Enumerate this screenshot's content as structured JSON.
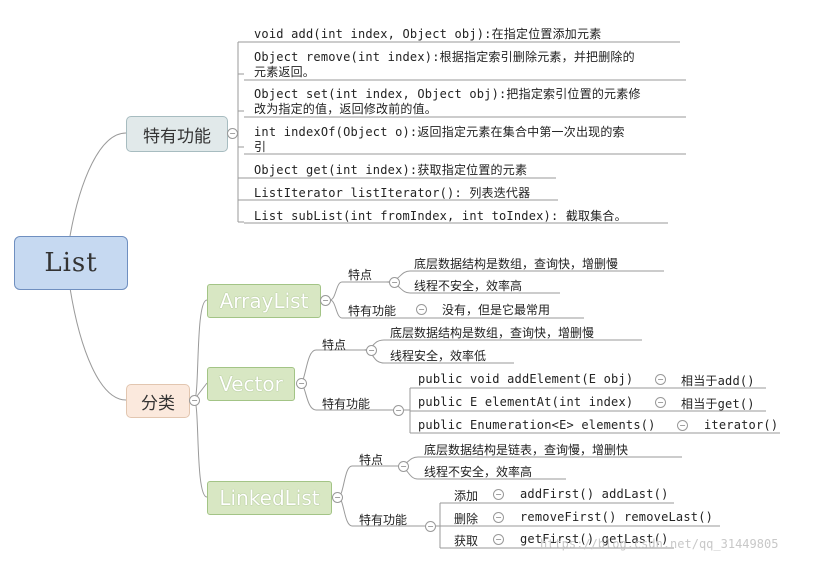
{
  "root": {
    "label": "List"
  },
  "special_functions": {
    "label": "特有功能",
    "items": [
      "void add(int index, Object obj):在指定位置添加元素",
      "Object remove(int index):根据指定索引删除元素，并把删除的",
      "元素返回。",
      "Object set(int index, Object obj):把指定索引位置的元素修",
      "改为指定的值，返回修改前的值。",
      "int indexOf(Object o):返回指定元素在集合中第一次出现的索",
      "引",
      "Object get(int index):获取指定位置的元素",
      "ListIterator listIterator(): 列表迭代器",
      " List subList(int fromIndex, int toIndex): 截取集合。"
    ]
  },
  "classification": {
    "label": "分类",
    "arraylist": {
      "name": "ArrayList",
      "features_label": "特点",
      "features": [
        "底层数据结构是数组，查询快，增删慢",
        "线程不安全，效率高"
      ],
      "special_label": "特有功能",
      "special": "没有，但是它最常用"
    },
    "vector": {
      "name": "Vector",
      "features_label": "特点",
      "features": [
        "底层数据结构是数组，查询快，增删慢",
        "线程安全，效率低"
      ],
      "special_label": "特有功能",
      "methods": [
        {
          "sig": "public void addElement(E obj)",
          "eq": "相当于add()"
        },
        {
          "sig": "public E elementAt(int index)",
          "eq": "相当于get()"
        },
        {
          "sig": "public Enumeration<E> elements()",
          "eq": "iterator()"
        }
      ]
    },
    "linkedlist": {
      "name": "LinkedList",
      "features_label": "特点",
      "features": [
        "底层数据结构是链表，查询慢，增删快",
        "线程不安全，效率高"
      ],
      "special_label": "特有功能",
      "ops": [
        {
          "op": "添加",
          "methods": "addFirst() addLast()"
        },
        {
          "op": "删除",
          "methods": "removeFirst() removeLast()"
        },
        {
          "op": "获取",
          "methods": "getFirst() getLast()"
        }
      ]
    }
  },
  "watermark": "https://blog.csdn.net/qq_31449805",
  "colors": {
    "root_fill": "#c6d9f1",
    "class_fill": "#d8e7c3",
    "line": "#999999"
  }
}
